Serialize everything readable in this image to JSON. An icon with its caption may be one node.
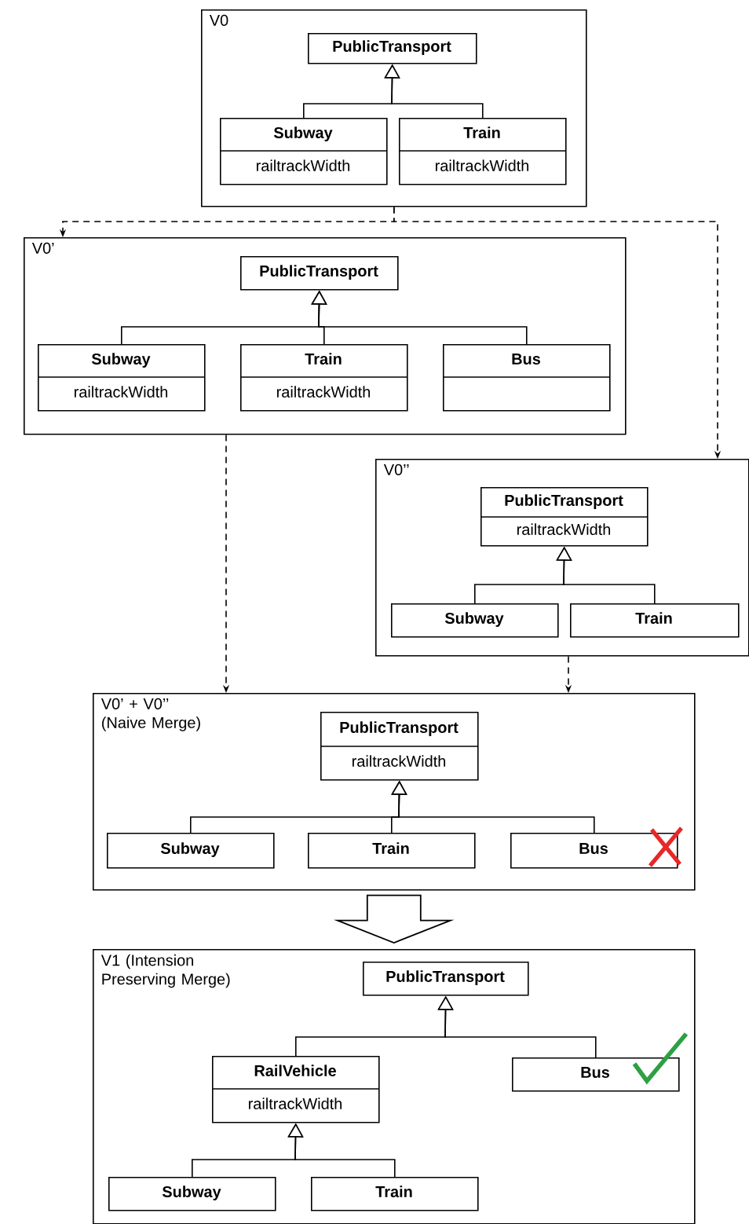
{
  "diagram": {
    "nodes": [
      {
        "text": [
          "V0"
        ]
      },
      {
        "text": [
          "PublicTransport"
        ],
        "in": 0
      },
      {
        "text": [
          "Subway",
          "railtrackWidth"
        ],
        "in": 0
      },
      {
        "text": [
          "Train",
          "railtrackWidth"
        ],
        "in": 0
      },
      {
        "text": [
          "V0’"
        ]
      },
      {
        "text": [
          "PublicTransport"
        ],
        "in": 4
      },
      {
        "text": [
          "Subway",
          "railtrackWidth"
        ],
        "in": 4
      },
      {
        "text": [
          "Train",
          "railtrackWidth"
        ],
        "in": 4
      },
      {
        "text": [
          "Bus"
        ],
        "in": 4
      },
      {
        "text": [
          "V0’’"
        ]
      },
      {
        "text": [
          "PublicTransport",
          "railtrackWidth"
        ],
        "in": 9
      },
      {
        "text": [
          "Subway"
        ],
        "in": 9
      },
      {
        "text": [
          "Train"
        ],
        "in": 9
      },
      {
        "text": [
          "V0’ + V0’’ (Naive Merge)"
        ]
      },
      {
        "text": [
          "PublicTransport",
          "railtrackWidth"
        ],
        "in": 13
      },
      {
        "text": [
          "Subway"
        ],
        "in": 13
      },
      {
        "text": [
          "Train"
        ],
        "in": 13
      },
      {
        "text": [
          "Bus"
        ],
        "in": 13
      },
      {
        "text": [
          "V1 (Intension Preserving Merge)"
        ]
      },
      {
        "text": [
          "PublicTransport"
        ],
        "in": 18
      },
      {
        "text": [
          "RailVehicle",
          "railtrackWidth"
        ],
        "in": 18
      },
      {
        "text": [
          "Bus"
        ],
        "in": 18
      },
      {
        "text": [
          "Subway"
        ],
        "in": 18
      },
      {
        "text": [
          "Train"
        ],
        "in": 18
      }
    ],
    "edges": [
      {
        "from": 2,
        "to": 1,
        "arrow": "to"
      },
      {
        "from": 3,
        "to": 1,
        "arrow": "to"
      },
      {
        "from": 6,
        "to": 5,
        "arrow": "to"
      },
      {
        "from": 7,
        "to": 5,
        "arrow": "to"
      },
      {
        "from": 8,
        "to": 5,
        "arrow": "to"
      },
      {
        "from": 11,
        "to": 10,
        "arrow": "to"
      },
      {
        "from": 12,
        "to": 10,
        "arrow": "to"
      },
      {
        "from": 15,
        "to": 14,
        "arrow": "to"
      },
      {
        "from": 16,
        "to": 14,
        "arrow": "to"
      },
      {
        "from": 17,
        "to": 14,
        "arrow": "to"
      },
      {
        "from": 20,
        "to": 19,
        "arrow": "to"
      },
      {
        "from": 21,
        "to": 19,
        "arrow": "to"
      },
      {
        "from": 22,
        "to": 20,
        "arrow": "to"
      },
      {
        "from": 23,
        "to": 20,
        "arrow": "to"
      },
      {
        "from": 0,
        "to": 4,
        "arrow": "to",
        "style": "dashed"
      },
      {
        "from": 0,
        "to": 9,
        "arrow": "to",
        "style": "dashed"
      },
      {
        "from": 4,
        "to": 13,
        "arrow": "to",
        "style": "dashed"
      },
      {
        "from": 9,
        "to": 13,
        "arrow": "to",
        "style": "dashed"
      },
      {
        "from": 13,
        "to": 18,
        "arrow": "to",
        "style": "thick"
      }
    ]
  }
}
